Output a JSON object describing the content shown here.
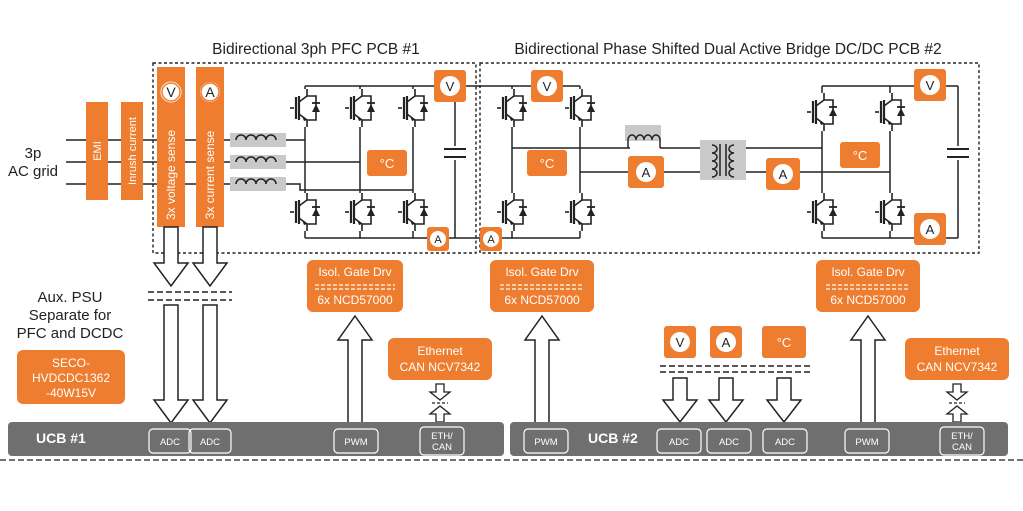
{
  "titles": {
    "pfc": "Bidirectional 3ph PFC PCB #1",
    "dab": "Bidirectional Phase Shifted Dual Active Bridge DC/DC PCB #2"
  },
  "grid": {
    "line1": "3p",
    "line2": "AC grid"
  },
  "vertical_boxes": {
    "emi": "EMI",
    "inrush": "Inrush current",
    "vsense": "3x voltage sense",
    "isense": "3x current sense"
  },
  "badges": {
    "voltage": "V",
    "current": "A",
    "temperature": "°C"
  },
  "aux_psu": {
    "line1": "Aux. PSU",
    "line2": "Separate for",
    "line3": "PFC and DCDC"
  },
  "seco": {
    "line1": "SECO-",
    "line2": "HVDCDC1362",
    "line3": "-40W15V"
  },
  "gate_driver": {
    "line1": "Isol. Gate Drv",
    "line2": "6x NCD57000"
  },
  "ethernet": {
    "line1": "Ethernet",
    "line2": "CAN NCV7342"
  },
  "ucb1": {
    "title": "UCB #1",
    "adc1": "ADC",
    "adc2": "ADC",
    "pwm": "PWM",
    "eth_line1": "ETH/",
    "eth_line2": "CAN"
  },
  "ucb2": {
    "title": "UCB #2",
    "pwm": "PWM",
    "adc1": "ADC",
    "adc2": "ADC",
    "adc3": "ADC",
    "pwm2": "PWM",
    "eth_line1": "ETH/",
    "eth_line2": "CAN"
  },
  "colors": {
    "accent": "#ee7d2f",
    "bar": "#6f6f6f",
    "line": "#222222",
    "inductor_bg": "#c9c9c9"
  }
}
